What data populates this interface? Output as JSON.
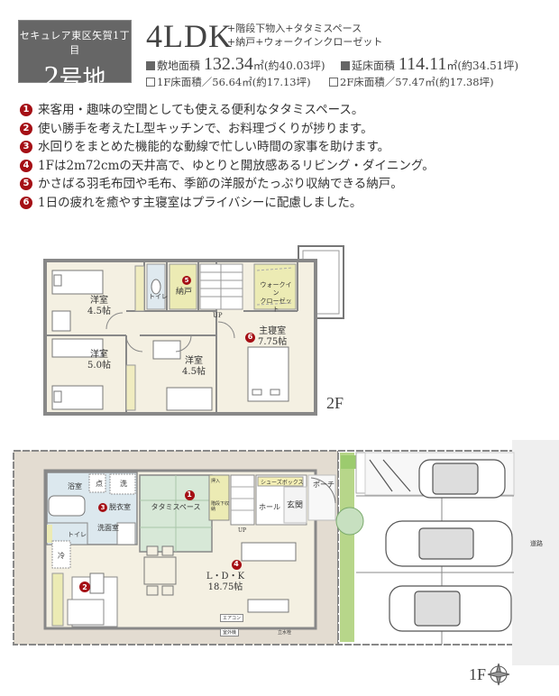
{
  "header": {
    "area_name": "セキュレア東区矢賀1丁目",
    "lot_number": "2",
    "lot_suffix": "号地",
    "layout_type": "4LDK",
    "extras": [
      "+階段下物入+タタミスペース",
      "+納戸+ウォークインクローゼット"
    ]
  },
  "areas": {
    "site": {
      "label": "敷地面積",
      "value": "132.34",
      "unit": "㎡",
      "tsubo": "(約40.03坪)"
    },
    "total_floor": {
      "label": "延床面積",
      "value": "114.11",
      "unit": "㎡",
      "tsubo": "(約34.51坪)"
    },
    "floor1": {
      "label": "1F床面積／56.64㎡(約17.13坪)"
    },
    "floor2": {
      "label": "2F床面積／57.47㎡(約17.38坪)"
    }
  },
  "features": [
    {
      "num": "1",
      "text": "来客用・趣味の空間としても使える便利なタタミスペース。"
    },
    {
      "num": "2",
      "text": "使い勝手を考えたL型キッチンで、お料理づくりが捗ります。"
    },
    {
      "num": "3",
      "text": "水回りをまとめた機能的な動線で忙しい時間の家事を助けます。"
    },
    {
      "num": "4",
      "text": "1Fは2m72cmの天井高で、ゆとりと開放感あるリビング・ダイニング。"
    },
    {
      "num": "5",
      "text": "かさばる羽毛布団や毛布、季節の洋服がたっぷり収納できる納戸。"
    },
    {
      "num": "6",
      "text": "1日の疲れを癒やす主寝室はプライバシーに配慮しました。"
    }
  ],
  "floor2": {
    "tag": "2F",
    "rooms": {
      "bed_a": {
        "name": "洋室",
        "size": "4.5帖"
      },
      "bed_b": {
        "name": "洋室",
        "size": "5.0帖"
      },
      "bed_c": {
        "name": "洋室",
        "size": "4.5帖"
      },
      "master": {
        "name": "主寝室",
        "size": "7.75帖",
        "badge": "6"
      },
      "toilet": "トイレ",
      "storage": {
        "name": "納戸",
        "badge": "5"
      },
      "wic": [
        "ウォークイン",
        "クローゼット"
      ],
      "closet": "クローゼット",
      "up": "UP"
    }
  },
  "floor1": {
    "tag": "1F",
    "road": "道路",
    "rooms": {
      "bath": "浴室",
      "dressing": {
        "name": "脱衣室",
        "badge": "3"
      },
      "washroom": "洗面室",
      "toilet": "トイレ",
      "tatami": {
        "name": "タタミスペース",
        "badge": "1"
      },
      "ldk": {
        "name": "L・D・K",
        "size": "18.75帖",
        "badge": "4"
      },
      "kitchen_badge": "2",
      "hall": "ホール",
      "entrance": "玄関",
      "porch": "ポーチ",
      "shoebox": "シューズボックス",
      "under_stairs": "階段下収納",
      "oshiire": "押入",
      "fridge": "冷",
      "check": "点",
      "washer": "洗",
      "aircon": "エアコン",
      "outdoor_unit": "室外機",
      "faucet": "立水栓",
      "up": "UP"
    }
  }
}
